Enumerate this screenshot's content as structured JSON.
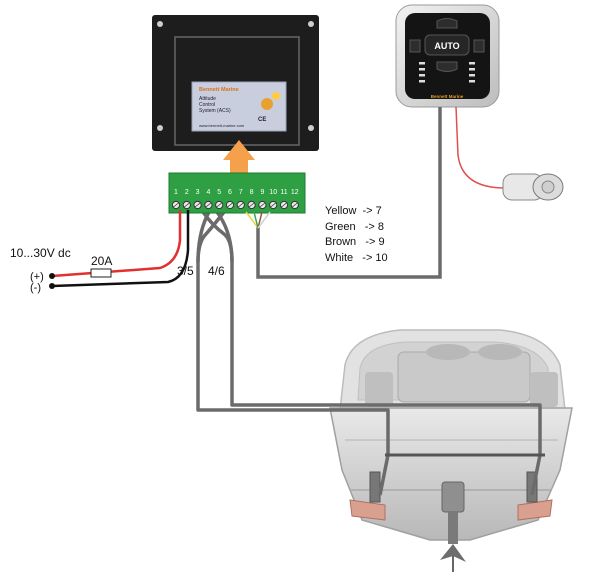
{
  "controller": {
    "label_brand": "Bennett Marine",
    "label_line1": "Attitude",
    "label_line2": "Control",
    "label_line3": "System (ACS)",
    "label_url": "www.bennett-marine.com",
    "label_ce": "CE"
  },
  "terminal_numbers": [
    "1",
    "2",
    "3",
    "4",
    "5",
    "6",
    "7",
    "8",
    "9",
    "10",
    "11",
    "12"
  ],
  "keypad": {
    "auto_label": "AUTO",
    "brand": "Bennett Marine"
  },
  "power": {
    "voltage": "10...30V dc",
    "plus": "(+)",
    "minus": "(-)",
    "fuse": "20A"
  },
  "wire_labels": {
    "left": "3/5",
    "right": "4/6"
  },
  "color_mapping": [
    {
      "text": "Yellow  -> 7"
    },
    {
      "text": "Green   -> 8"
    },
    {
      "text": "Brown   -> 9"
    },
    {
      "text": "White   -> 10"
    }
  ],
  "colors": {
    "positive_wire": "#e03030",
    "negative_wire": "#111111",
    "harness": "#6b6b6b",
    "terminal_block": "#2ea043",
    "arrow": "#f5a04a"
  }
}
